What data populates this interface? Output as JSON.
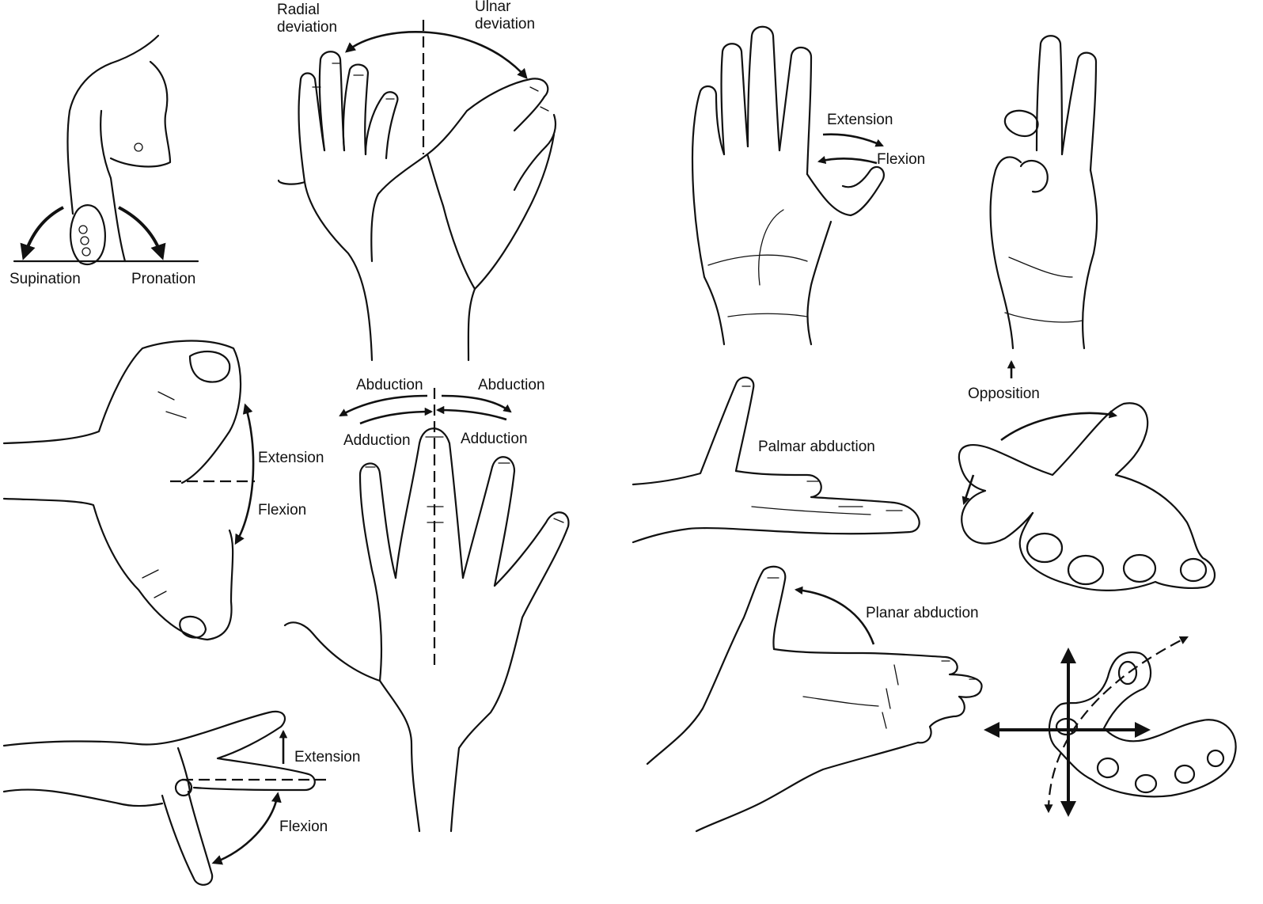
{
  "labels": {
    "supination": "Supination",
    "pronation": "Pronation",
    "radial_deviation_1": "Radial",
    "radial_deviation_2": "deviation",
    "ulnar_deviation_1": "Ulnar",
    "ulnar_deviation_2": "deviation",
    "wrist_extension": "Extension",
    "wrist_flexion": "Flexion",
    "abduction_left": "Abduction",
    "abduction_right": "Abduction",
    "adduction_left": "Adduction",
    "adduction_right": "Adduction",
    "finger_extension": "Extension",
    "finger_flexion": "Flexion",
    "thumb_extension": "Extension",
    "thumb_flexion": "Flexion",
    "opposition": "Opposition",
    "palmar_abduction": "Palmar abduction",
    "planar_abduction": "Planar abduction"
  },
  "colors": {
    "ink": "#111111",
    "background": "#ffffff"
  }
}
